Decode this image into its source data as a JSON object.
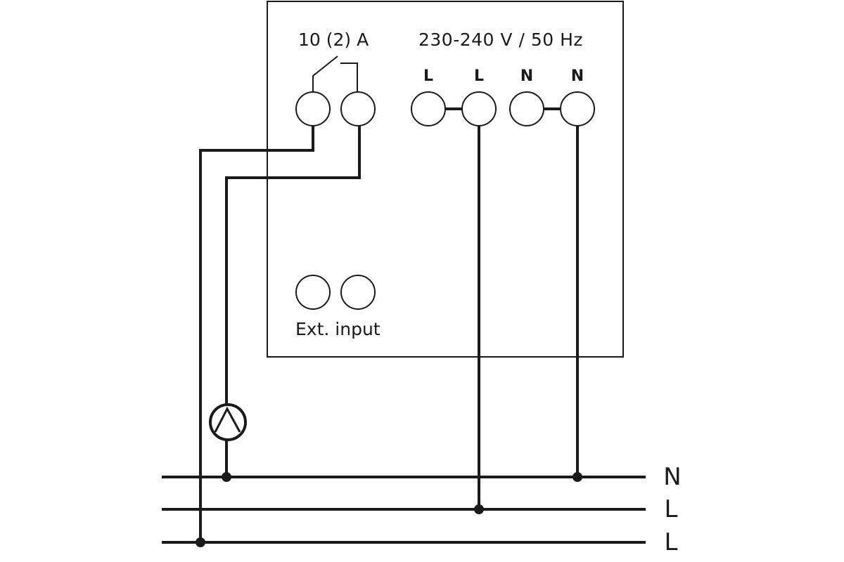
{
  "device": {
    "relay_rating": "10 (2) A",
    "supply_rating": "230-240 V / 50 Hz",
    "terminals": [
      "L",
      "L",
      "N",
      "N"
    ],
    "ext_input_label": "Ext. input"
  },
  "bus_lines": [
    "N",
    "L",
    "L"
  ],
  "colors": {
    "line": "#1a1a1a",
    "background": "#ffffff"
  }
}
